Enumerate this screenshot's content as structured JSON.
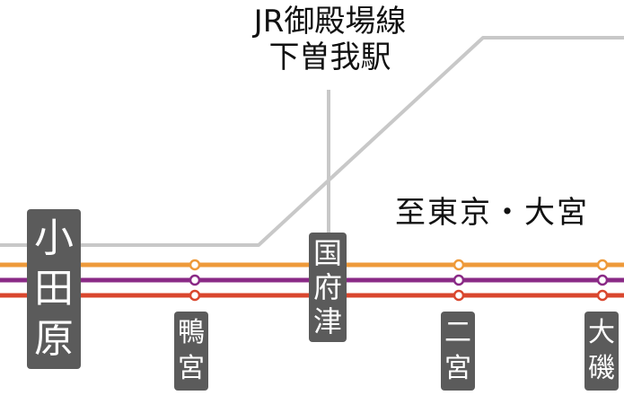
{
  "connection": {
    "line_name": "JR御殿場線",
    "station_name": "下曽我駅"
  },
  "direction_label": "至東京・大宮",
  "stations": {
    "odawara": [
      "小",
      "田",
      "原"
    ],
    "kamonomiya": [
      "鴨",
      "宮"
    ],
    "kokufuzu": [
      "国",
      "府",
      "津"
    ],
    "ninomiya": [
      "二",
      "宮"
    ],
    "oiso": [
      "大",
      "磯"
    ]
  },
  "colors": {
    "background": "#ffffff",
    "sign_background": "#5b5b5b",
    "sign_text": "#ffffff",
    "gotemba_line": "#c8c8c8",
    "orange_line": "#ee9a3a",
    "purple_line": "#8a2a86",
    "red_line": "#d9472e"
  }
}
